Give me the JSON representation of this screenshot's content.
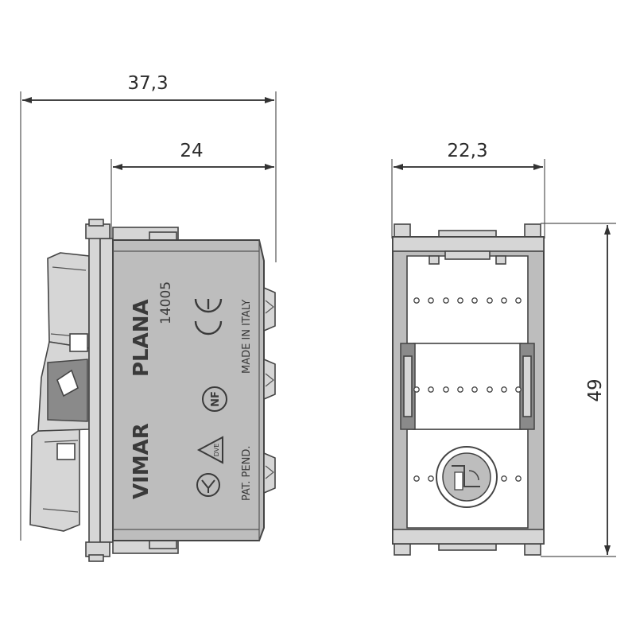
{
  "dimensions": {
    "total_depth": "37,3",
    "body_depth": "24",
    "width": "22,3",
    "height": "49"
  },
  "side_view": {
    "brand": "VIMAR",
    "series": "PLANA",
    "code": "14005",
    "origin": "MADE IN ITALY",
    "patent": "PAT. PEND.",
    "ce_mark": "CE"
  },
  "icons": [
    "ce-mark-icon",
    "imq-mark-icon",
    "nf-mark-icon",
    "vde-mark-icon"
  ]
}
